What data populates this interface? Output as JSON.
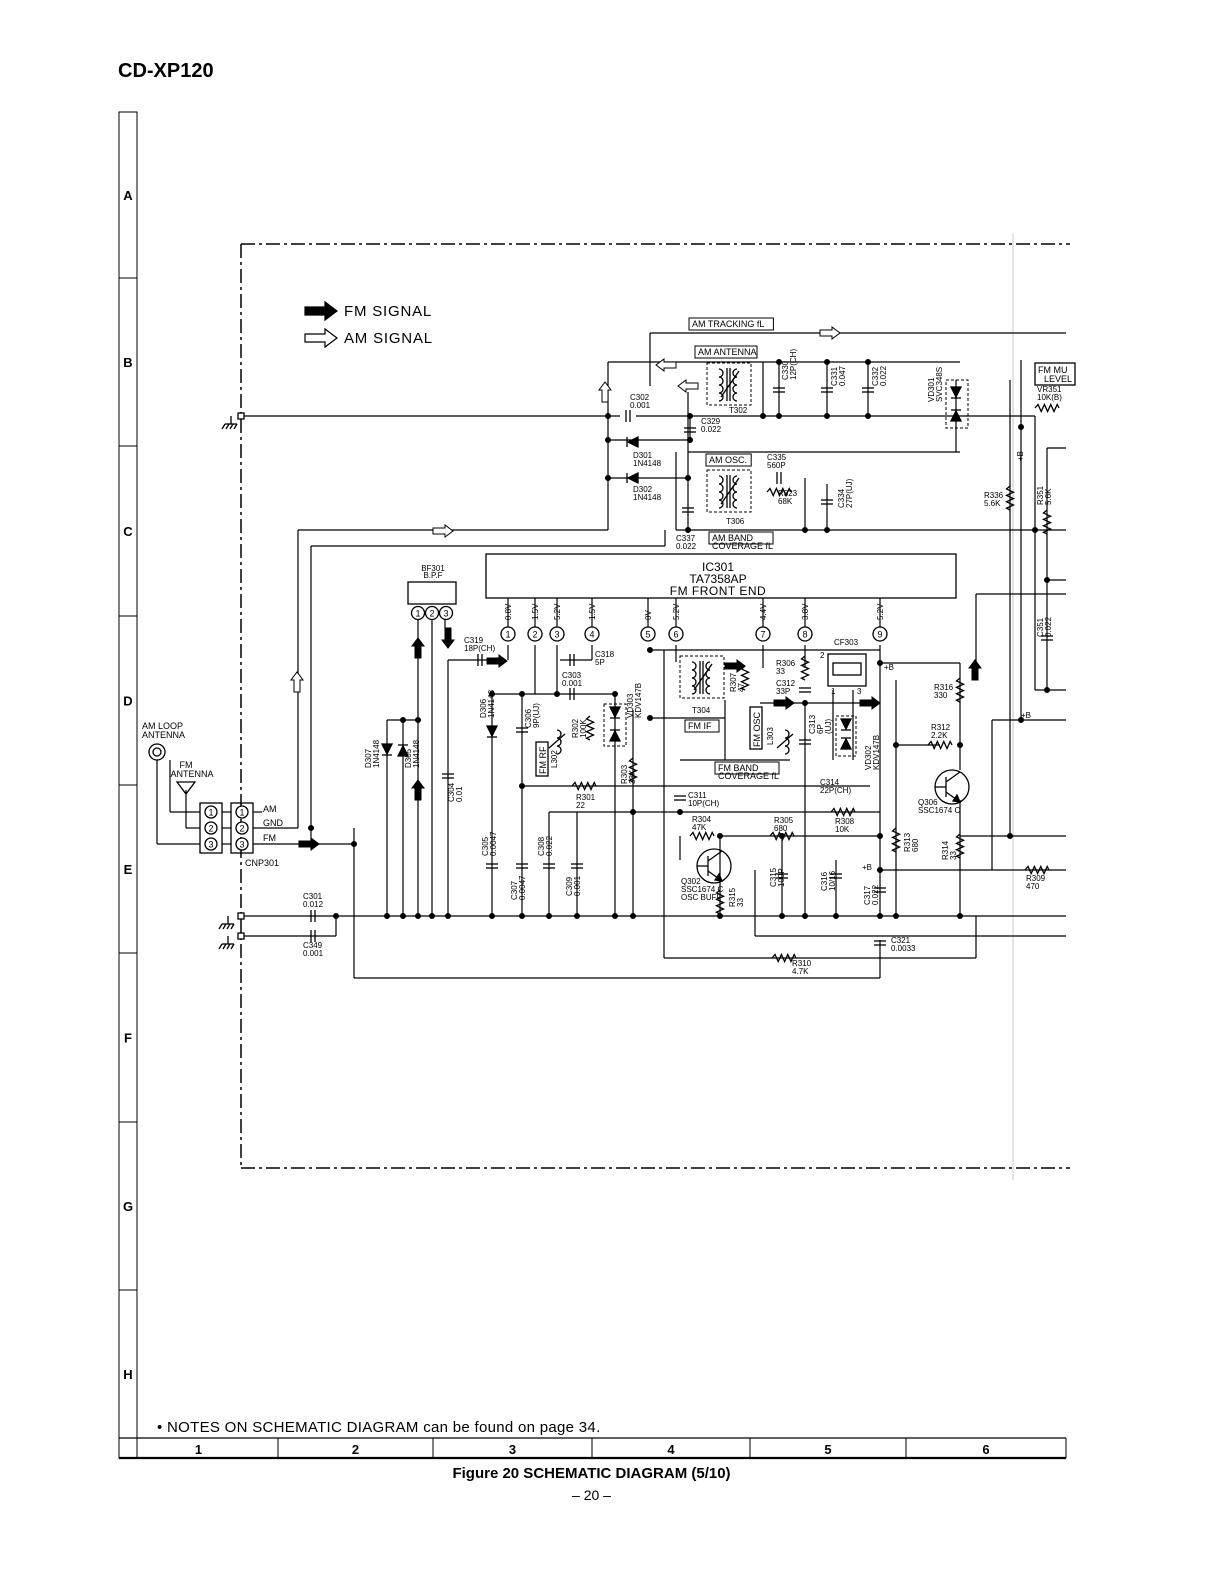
{
  "header": {
    "model": "CD-XP120"
  },
  "grid": {
    "rows": [
      "A",
      "B",
      "C",
      "D",
      "E",
      "F",
      "G",
      "H"
    ],
    "cols": [
      "1",
      "2",
      "3",
      "4",
      "5",
      "6"
    ]
  },
  "legend": {
    "fm_signal": "FM SIGNAL",
    "am_signal": "AM SIGNAL"
  },
  "ic": {
    "ref": "IC301",
    "part": "TA7358AP",
    "function": "FM FRONT END",
    "pin_voltages": [
      "0.8V",
      "1.5V",
      "5.2V",
      "1.5V",
      "0V",
      "5.2V",
      "4.4V",
      "3.8V",
      "5.2V"
    ],
    "pins": [
      "1",
      "2",
      "3",
      "4",
      "5",
      "6",
      "7",
      "8",
      "9"
    ]
  },
  "boxes": {
    "am_tracking": "AM TRACKING fL",
    "am_antenna": "AM ANTENNA",
    "am_osc": "AM OSC.",
    "am_band_1": "AM BAND",
    "am_band_2": "COVERAGE fL",
    "fm_if": "FM IF",
    "fm_rf": "FM RF",
    "fm_osc": "FM OSC",
    "fm_band_1": "FM BAND",
    "fm_band_2": "COVERAGE fL",
    "fm_mute_1": "FM MU",
    "fm_mute_2": "LEVEL"
  },
  "antenna": {
    "am_loop_1": "AM LOOP",
    "am_loop_2": "ANTENNA",
    "fm_1": "FM",
    "fm_2": "ANTENNA",
    "connector": "CNP301",
    "am": "AM",
    "gnd": "GND",
    "fm": "FM",
    "pins": [
      "1",
      "2",
      "3"
    ]
  },
  "bpf": {
    "ref": "BF301",
    "name": "B.P.F",
    "pins": [
      "1",
      "2",
      "3"
    ]
  },
  "components": [
    {
      "k": "c302",
      "l1": "C302",
      "l2": "0.001"
    },
    {
      "k": "c329",
      "l1": "C329",
      "l2": "0.022"
    },
    {
      "k": "t302",
      "l1": "T302"
    },
    {
      "k": "c330",
      "l1": "C330",
      "l2": "12P(CH)"
    },
    {
      "k": "c331",
      "l1": "C331",
      "l2": "0.047"
    },
    {
      "k": "c332",
      "l1": "C332",
      "l2": "0.022"
    },
    {
      "k": "vd301",
      "l1": "VD301",
      "l2": "SVC348S"
    },
    {
      "k": "vr351",
      "l1": "VR351",
      "l2": "10K(B)"
    },
    {
      "k": "d301",
      "l1": "D301",
      "l2": "1N4148"
    },
    {
      "k": "d302",
      "l1": "D302",
      "l2": "1N4148"
    },
    {
      "k": "c335",
      "l1": "C335",
      "l2": "560P"
    },
    {
      "k": "r323",
      "l1": "R323",
      "l2": "68K"
    },
    {
      "k": "c334",
      "l1": "C334",
      "l2": "27P(UJ)"
    },
    {
      "k": "t306",
      "l1": "T306"
    },
    {
      "k": "c337",
      "l1": "C337",
      "l2": "0.022"
    },
    {
      "k": "r336",
      "l1": "R336",
      "l2": "5.6K"
    },
    {
      "k": "r351",
      "l1": "R351",
      "l2": "5.6K"
    },
    {
      "k": "c351",
      "l1": "C351",
      "l2": "0.022"
    },
    {
      "k": "c319",
      "l1": "C319",
      "l2": "18P(CH)"
    },
    {
      "k": "c318",
      "l1": "C318",
      "l2": "5P"
    },
    {
      "k": "c303",
      "l1": "C303",
      "l2": "0.001"
    },
    {
      "k": "d306",
      "l1": "D306",
      "l2": "1N4148"
    },
    {
      "k": "c306",
      "l1": "C306",
      "l2": "9P(UJ)"
    },
    {
      "k": "l302",
      "l1": "L302"
    },
    {
      "k": "r302",
      "l1": "R302",
      "l2": "100K"
    },
    {
      "k": "vd303",
      "l1": "VD303",
      "l2": "KDV147B"
    },
    {
      "k": "r303",
      "l1": "R303",
      "l2": "33K"
    },
    {
      "k": "r301",
      "l1": "R301",
      "l2": "22"
    },
    {
      "k": "d307",
      "l1": "D307",
      "l2": "1N4148"
    },
    {
      "k": "d305",
      "l1": "D305",
      "l2": "1N4148"
    },
    {
      "k": "c304",
      "l1": "C304",
      "l2": "0.01"
    },
    {
      "k": "t304",
      "l1": "T304"
    },
    {
      "k": "r306",
      "l1": "R306",
      "l2": "33"
    },
    {
      "k": "r307",
      "l1": "R307",
      "l2": "47"
    },
    {
      "k": "c312",
      "l1": "C312",
      "l2": "33P"
    },
    {
      "k": "cf303",
      "l1": "CF303"
    },
    {
      "k": "l303",
      "l1": "L303"
    },
    {
      "k": "c313",
      "l1": "C313",
      "l2": "6P",
      "l3": "(UJ)"
    },
    {
      "k": "vd302",
      "l1": "VD302",
      "l2": "KDV147B"
    },
    {
      "k": "c314",
      "l1": "C314",
      "l2": "22P(CH)"
    },
    {
      "k": "r316",
      "l1": "R316",
      "l2": "330"
    },
    {
      "k": "r312",
      "l1": "R312",
      "l2": "2.2K"
    },
    {
      "k": "q306",
      "l1": "Q306",
      "l2": "SSC1674 C"
    },
    {
      "k": "c311",
      "l1": "C311",
      "l2": "10P(CH)"
    },
    {
      "k": "r304",
      "l1": "R304",
      "l2": "47K"
    },
    {
      "k": "r305",
      "l1": "R305",
      "l2": "680"
    },
    {
      "k": "r308",
      "l1": "R308",
      "l2": "10K"
    },
    {
      "k": "r313",
      "l1": "R313",
      "l2": "680"
    },
    {
      "k": "r314",
      "l1": "R314",
      "l2": "33"
    },
    {
      "k": "c305",
      "l1": "C305",
      "l2": "0.0047"
    },
    {
      "k": "c307",
      "l1": "C307",
      "l2": "0.0047"
    },
    {
      "k": "c308",
      "l1": "C308",
      "l2": "0.022"
    },
    {
      "k": "c309",
      "l1": "C309",
      "l2": "0.001"
    },
    {
      "k": "q302",
      "l1": "Q302",
      "l2": "SSC1674 C",
      "l3": "OSC BUFF"
    },
    {
      "k": "r315",
      "l1": "R315",
      "l2": "33"
    },
    {
      "k": "c315",
      "l1": "C315",
      "l2": "100P"
    },
    {
      "k": "c316",
      "l1": "C316",
      "l2": "10/16"
    },
    {
      "k": "c317",
      "l1": "C317",
      "l2": "0.022"
    },
    {
      "k": "r309",
      "l1": "R309",
      "l2": "470"
    },
    {
      "k": "c321",
      "l1": "C321",
      "l2": "0.0033"
    },
    {
      "k": "r310",
      "l1": "R310",
      "l2": "4.7K"
    },
    {
      "k": "c301",
      "l1": "C301",
      "l2": "0.012"
    },
    {
      "k": "c349",
      "l1": "C349",
      "l2": "0.001"
    }
  ],
  "supply": {
    "plus_b": "+B",
    "cf_pins": [
      "2",
      "1",
      "3"
    ]
  },
  "notes": "• NOTES ON SCHEMATIC DIAGRAM can be found on page 34.",
  "footer": {
    "caption": "Figure 20 SCHEMATIC DIAGRAM (5/10)",
    "page": "– 20 –"
  }
}
